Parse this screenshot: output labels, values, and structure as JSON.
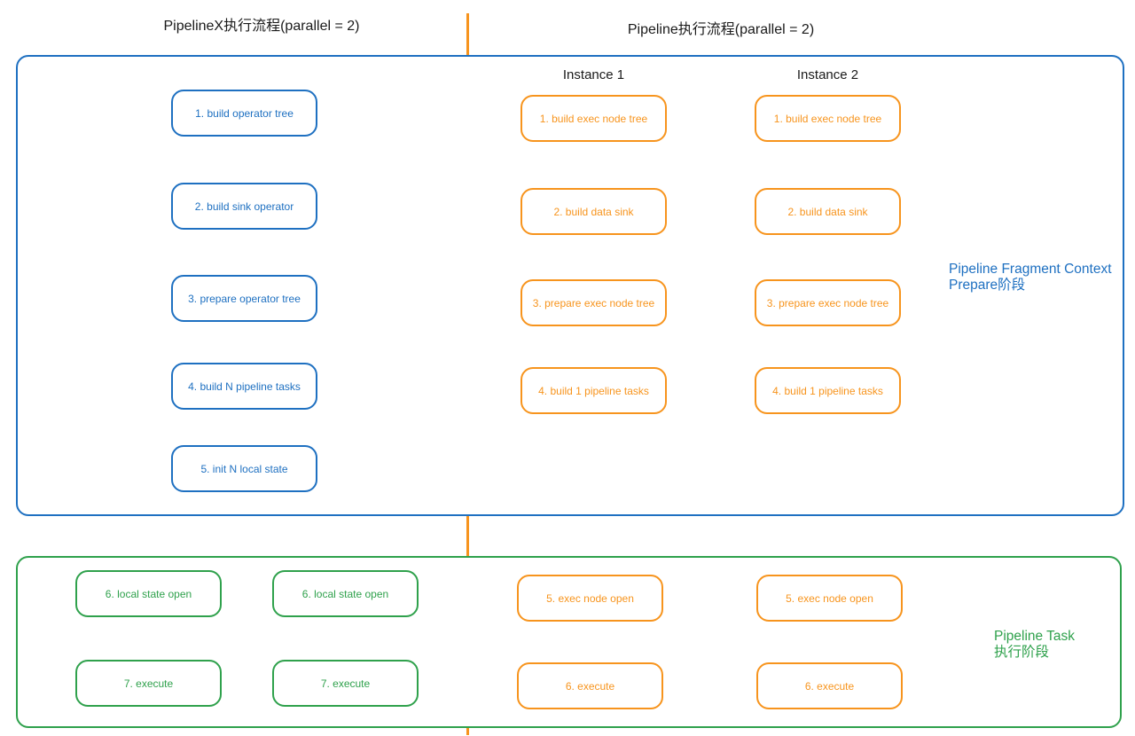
{
  "diagram": {
    "left_title": "PipelineX执行流程(parallel = 2)",
    "right_title": "Pipeline执行流程(parallel = 2)",
    "colors": {
      "blue_accent": "#1E70C1",
      "orange_accent": "#F7941D",
      "green_accent": "#2FA14C",
      "divider": "#F7941D"
    },
    "prepare": {
      "side_label": {
        "line1": "Pipeline Fragment Context",
        "line2": "Prepare阶段"
      },
      "pipelinex_steps": [
        "1. build operator tree",
        "2. build sink operator",
        "3. prepare operator tree",
        "4. build N pipeline tasks",
        "5. init N local state"
      ],
      "instances": [
        {
          "header": "Instance 1",
          "steps": [
            "1. build exec node tree",
            "2. build data sink",
            "3. prepare exec node tree",
            "4. build 1 pipeline tasks"
          ]
        },
        {
          "header": "Instance 2",
          "steps": [
            "1. build exec node tree",
            "2. build data sink",
            "3. prepare exec node tree",
            "4. build 1 pipeline tasks"
          ]
        }
      ]
    },
    "task": {
      "side_label": {
        "line1": "Pipeline Task",
        "line2": "执行阶段"
      },
      "pipelinex_tasks": [
        {
          "steps": [
            "6. local state open",
            "7. execute"
          ]
        },
        {
          "steps": [
            "6. local state open",
            "7. execute"
          ]
        }
      ],
      "pipeline_tasks": [
        {
          "steps": [
            "5. exec node open",
            "6. execute"
          ]
        },
        {
          "steps": [
            "5. exec node open",
            "6. execute"
          ]
        }
      ]
    }
  }
}
